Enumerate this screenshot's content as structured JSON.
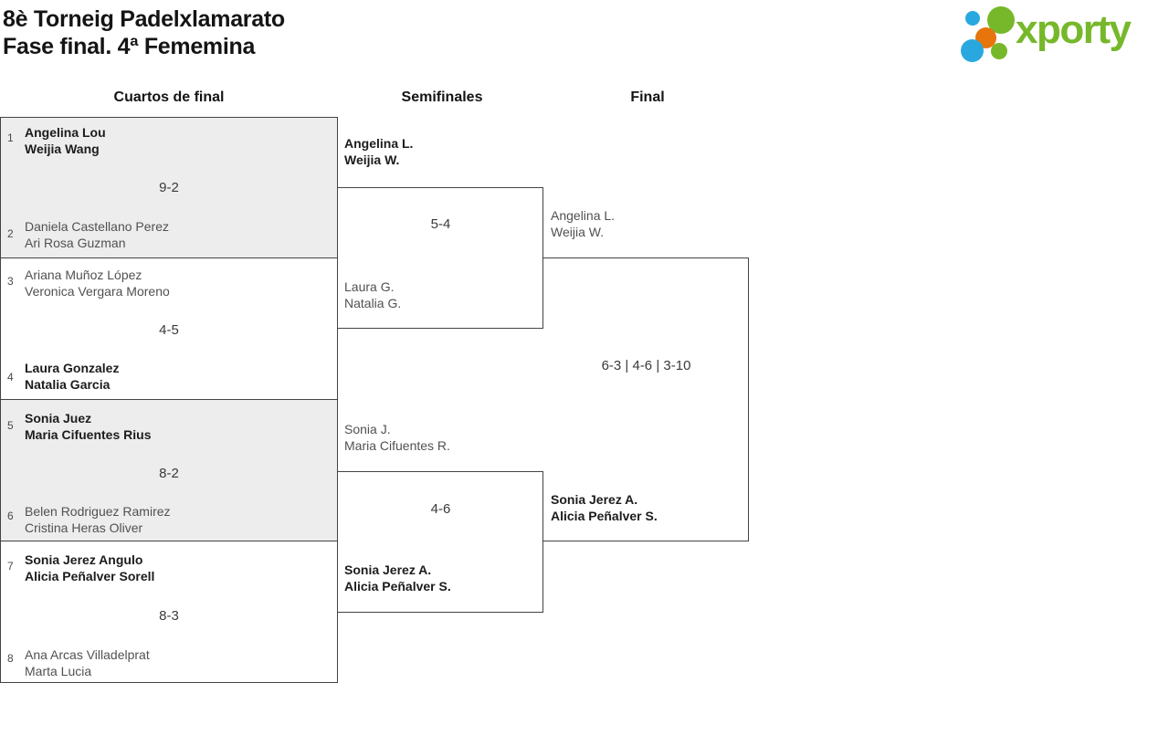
{
  "header": {
    "title_line1": "8è Torneig Padelxlamarato",
    "title_line2": "Fase final. 4ª Fememina",
    "logo_text": "xporty"
  },
  "columns": {
    "quarterfinals": "Cuartos de final",
    "semifinals": "Semifinales",
    "final": "Final"
  },
  "quarterfinals": [
    {
      "seed_top": "1",
      "top_line1": "Angelina Lou",
      "top_line2": "Weijia Wang",
      "score": "9-2",
      "seed_bottom": "2",
      "bottom_line1": "Daniela Castellano Perez",
      "bottom_line2": "Ari Rosa Guzman",
      "winner": "top"
    },
    {
      "seed_top": "3",
      "top_line1": "Ariana Muñoz López",
      "top_line2": "Veronica Vergara Moreno",
      "score": "4-5",
      "seed_bottom": "4",
      "bottom_line1": "Laura Gonzalez",
      "bottom_line2": "Natalia Garcia",
      "winner": "bottom"
    },
    {
      "seed_top": "5",
      "top_line1": "Sonia Juez",
      "top_line2": "Maria Cifuentes Rius",
      "score": "8-2",
      "seed_bottom": "6",
      "bottom_line1": "Belen Rodriguez Ramirez",
      "bottom_line2": "Cristina Heras Oliver",
      "winner": "top"
    },
    {
      "seed_top": "7",
      "top_line1": "Sonia Jerez Angulo",
      "top_line2": "Alicia Peñalver Sorell",
      "score": "8-3",
      "seed_bottom": "8",
      "bottom_line1": "Ana Arcas Villadelprat",
      "bottom_line2": "Marta Lucia",
      "winner": "top"
    }
  ],
  "semifinals": [
    {
      "top_line1": "Angelina L.",
      "top_line2": "Weijia W.",
      "score": "5-4",
      "bottom_line1": "Laura G.",
      "bottom_line2": "Natalia G.",
      "winner": "top"
    },
    {
      "top_line1": "Sonia J.",
      "top_line2": "Maria Cifuentes R.",
      "score": "4-6",
      "bottom_line1": "Sonia Jerez A.",
      "bottom_line2": "Alicia Peñalver S.",
      "winner": "bottom"
    }
  ],
  "final": {
    "top_line1": "Angelina L.",
    "top_line2": "Weijia W.",
    "score": "6-3 | 4-6 | 3-10",
    "bottom_line1": "Sonia Jerez A.",
    "bottom_line2": "Alicia Peñalver S.",
    "winner": "bottom"
  },
  "colors": {
    "brand_green": "#76b82a",
    "brand_blue": "#29a8e0",
    "brand_orange": "#e8740c",
    "block_gray": "#ededed",
    "border": "#434343",
    "winner_text": "#1c1c1c",
    "loser_text": "#515151"
  }
}
